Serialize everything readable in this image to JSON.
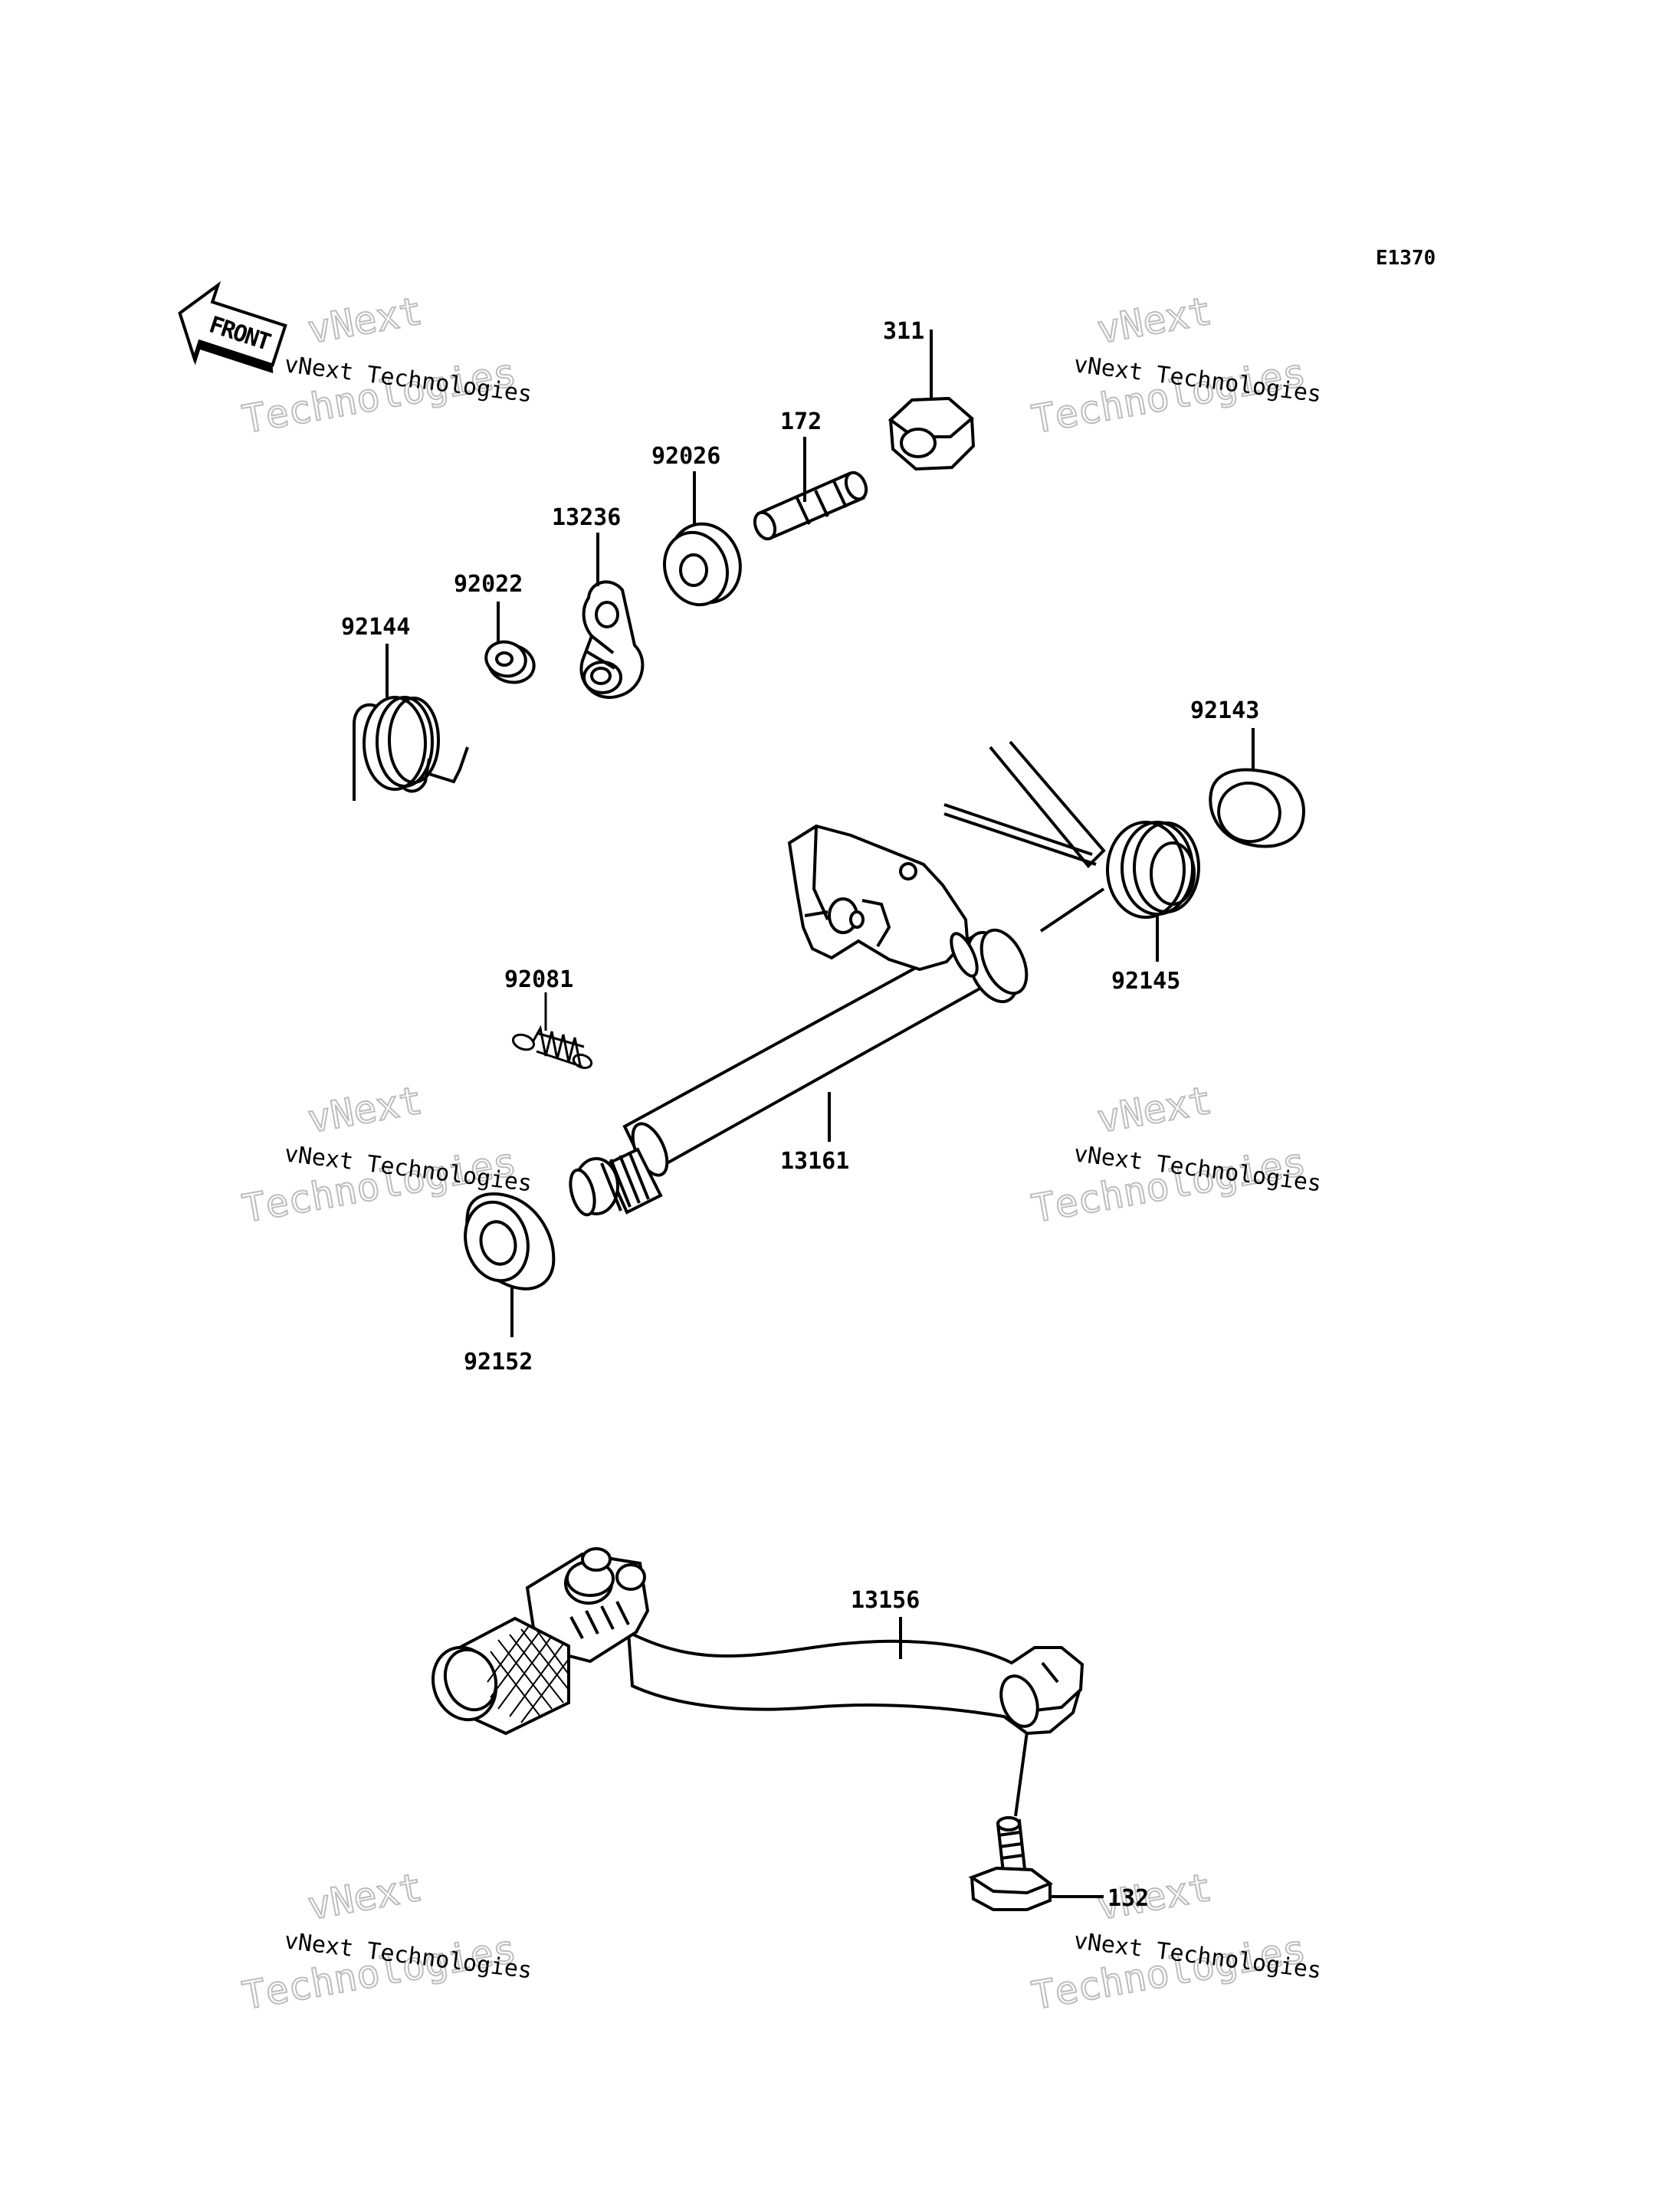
{
  "diagram": {
    "code": "E1370",
    "front_label": "FRONT",
    "parts": [
      {
        "id": "p311",
        "label": "311"
      },
      {
        "id": "p172",
        "label": "172"
      },
      {
        "id": "p92026",
        "label": "92026"
      },
      {
        "id": "p13236",
        "label": "13236"
      },
      {
        "id": "p92022",
        "label": "92022"
      },
      {
        "id": "p92144",
        "label": "92144"
      },
      {
        "id": "p92143",
        "label": "92143"
      },
      {
        "id": "p92145",
        "label": "92145"
      },
      {
        "id": "p92081",
        "label": "92081"
      },
      {
        "id": "p13161",
        "label": "13161"
      },
      {
        "id": "p92152",
        "label": "92152"
      },
      {
        "id": "p13156",
        "label": "13156"
      },
      {
        "id": "p132",
        "label": "132"
      }
    ]
  },
  "watermark": {
    "line_small": "vNext Technologies",
    "line_big_1": "vNext",
    "line_big_2": "Technologies"
  },
  "colors": {
    "ink": "#000000",
    "watermark": "#c8c8c8",
    "background": "#ffffff"
  }
}
